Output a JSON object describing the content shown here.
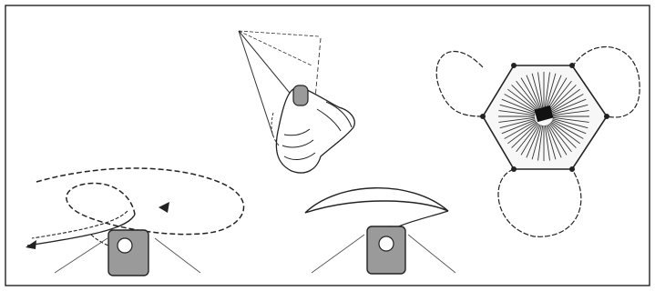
{
  "figure": {
    "panels": [
      {
        "id": "knot-loop"
      },
      {
        "id": "hand-grip"
      },
      {
        "id": "crescent-tag"
      },
      {
        "id": "hexagon-lamp"
      }
    ],
    "colors": {
      "stroke": "#222222",
      "tag_fill": "#9a9a9a",
      "hex_fill": "#f7f7f7",
      "center_fill": "#111111",
      "background": "#ffffff"
    },
    "icons": [
      "tag-icon",
      "arrow-icon",
      "hand-icon",
      "hexagon-icon"
    ]
  }
}
